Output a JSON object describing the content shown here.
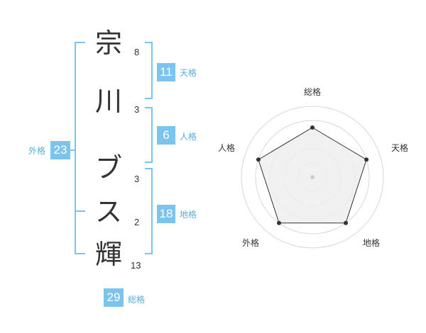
{
  "name": {
    "chars": [
      {
        "char": "宗",
        "strokes": "8"
      },
      {
        "char": "川",
        "strokes": "3"
      },
      {
        "char": "ブ",
        "strokes": "3"
      },
      {
        "char": "ス",
        "strokes": "2"
      },
      {
        "char": "輝",
        "strokes": "13"
      }
    ]
  },
  "fortunes": {
    "tenkaku": {
      "value": "11",
      "label": "天格"
    },
    "jinkaku": {
      "value": "6",
      "label": "人格"
    },
    "chikaku": {
      "value": "18",
      "label": "地格"
    },
    "gaikaku": {
      "value": "23",
      "label": "外格"
    },
    "soukaku": {
      "value": "29",
      "label": "総格"
    }
  },
  "radar": {
    "labels": {
      "top": "総格",
      "right": "天格",
      "bottom_right": "地格",
      "bottom_left": "外格",
      "left": "人格"
    },
    "levels": {
      "soukaku": 0.7,
      "tenkaku": 0.8,
      "chikaku": 0.8,
      "gaikaku": 0.8,
      "jinkaku": 0.8
    },
    "colors": {
      "ring": "#d8d8d8",
      "fill": "#eeeeee",
      "line": "#333333",
      "point": "#333333",
      "center": "#cccccc"
    }
  },
  "colors": {
    "accent": "#7cc4ee",
    "accent_text": "#58aee0",
    "bracket": "#7cc4ee",
    "text": "#333333"
  }
}
